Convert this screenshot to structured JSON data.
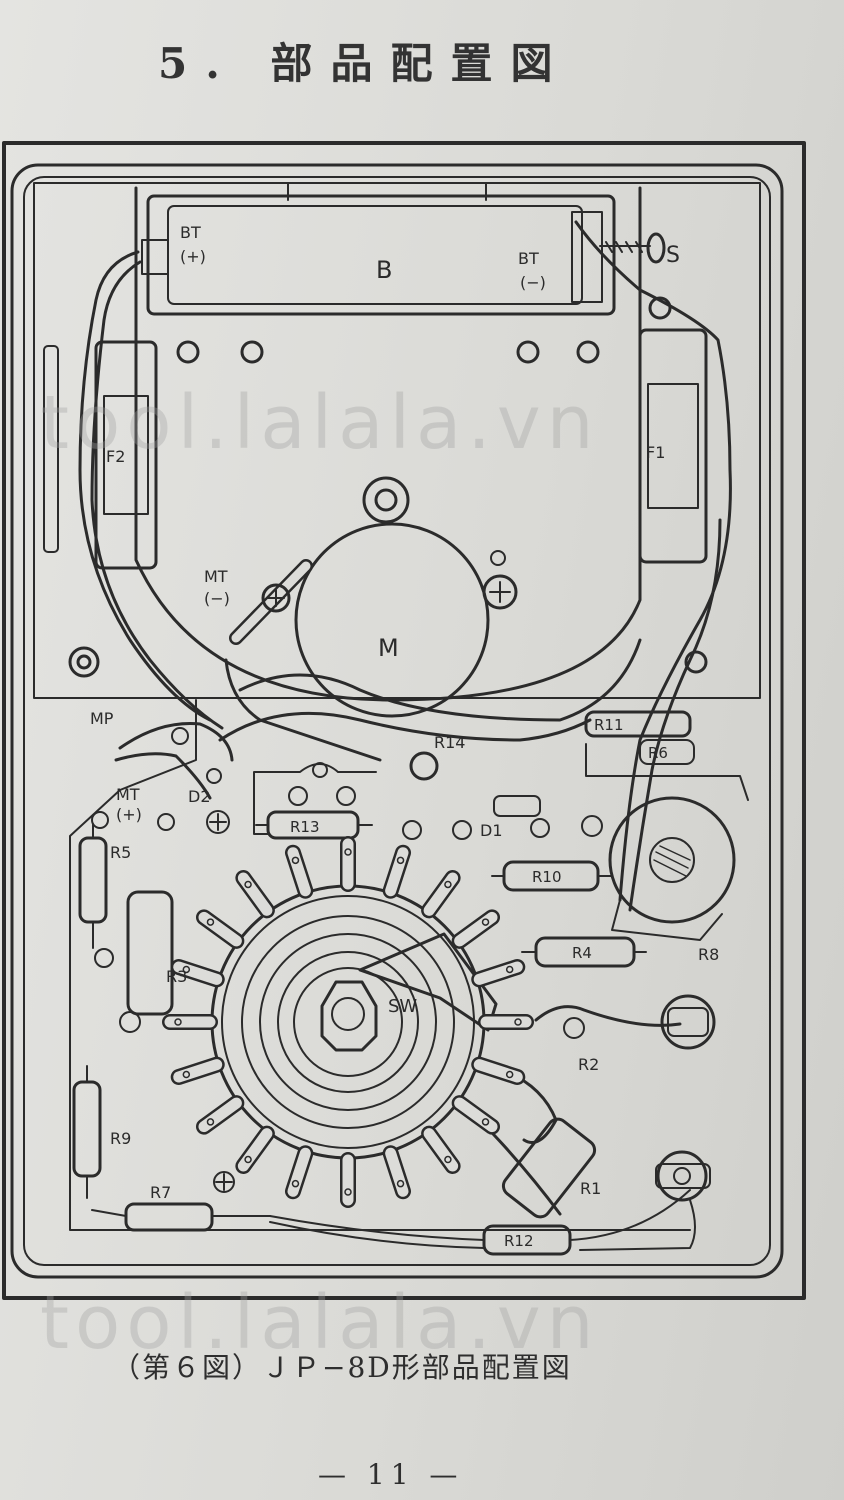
{
  "heading": "5.  部品配置図",
  "watermark": "tool.lalala.vn",
  "caption": "（第６図）ＪＰ−8D形部品配置図",
  "page_number": "— 11 —",
  "labels": {
    "battery": "B",
    "bt_plus_top": "BT",
    "bt_plus_bottom": "(+)",
    "bt_minus_top": "BT",
    "bt_minus_bottom": "(−)",
    "screw": "S",
    "fuse_left": "F2",
    "fuse_right": "F1",
    "meter": "M",
    "mt_minus_top": "MT",
    "mt_minus_bottom": "(−)",
    "mt_plus_top": "MT",
    "mt_plus_bottom": "(+)",
    "mp": "MP",
    "d2": "D2",
    "d1": "D1",
    "switch": "SW",
    "r1": "R1",
    "r2": "R2",
    "r3": "R3",
    "r4": "R4",
    "r5": "R5",
    "r6": "R6",
    "r7": "R7",
    "r8": "R8",
    "r9": "R9",
    "r10": "R10",
    "r11": "R11",
    "r12": "R12",
    "r13": "R13",
    "r14": "R14"
  },
  "colors": {
    "ink": "#2b2b2b",
    "paper": "#dcdcd9"
  }
}
